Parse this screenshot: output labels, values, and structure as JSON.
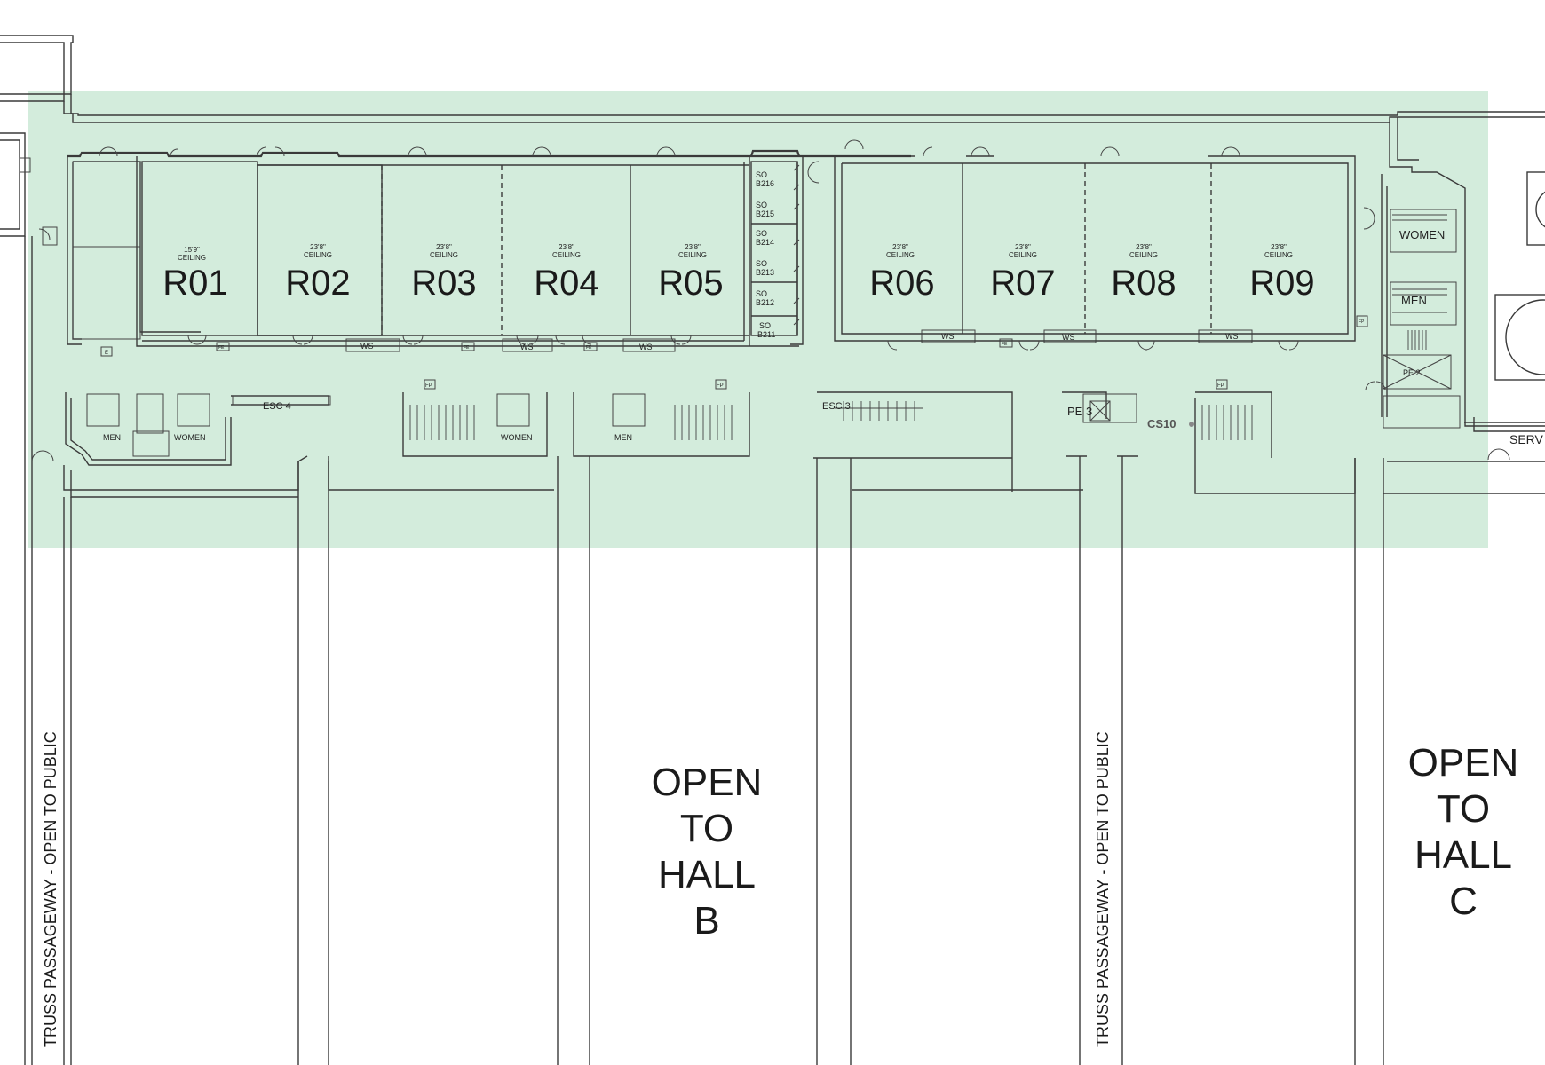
{
  "map": {
    "highlight_color": "#d3ecdc",
    "wall_color": "#3a3a3a",
    "rooms": [
      {
        "id": "R01",
        "ceiling": "15'9\"",
        "ceiling_label": "CEILING"
      },
      {
        "id": "R02",
        "ceiling": "23'8\"",
        "ceiling_label": "CEILING"
      },
      {
        "id": "R03",
        "ceiling": "23'8\"",
        "ceiling_label": "CEILING"
      },
      {
        "id": "R04",
        "ceiling": "23'8\"",
        "ceiling_label": "CEILING"
      },
      {
        "id": "R05",
        "ceiling": "23'8\"",
        "ceiling_label": "CEILING"
      },
      {
        "id": "R06",
        "ceiling": "23'8\"",
        "ceiling_label": "CEILING"
      },
      {
        "id": "R07",
        "ceiling": "23'8\"",
        "ceiling_label": "CEILING"
      },
      {
        "id": "R08",
        "ceiling": "23'8\"",
        "ceiling_label": "CEILING"
      },
      {
        "id": "R09",
        "ceiling": "23'8\"",
        "ceiling_label": "CEILING"
      }
    ],
    "storage": [
      {
        "so": "SO",
        "num": "B216"
      },
      {
        "so": "SO",
        "num": "B215"
      },
      {
        "so": "SO",
        "num": "B214"
      },
      {
        "so": "SO",
        "num": "B213"
      },
      {
        "so": "SO",
        "num": "B212"
      },
      {
        "so": "SO",
        "num": "B211"
      }
    ],
    "ws_label": "WS",
    "fe_label": "FE",
    "fp_label": "FP",
    "e_label": "E",
    "restrooms": {
      "men": "MEN",
      "women": "WOMEN"
    },
    "escalators": {
      "esc4": "ESC 4",
      "esc3": "ESC 3"
    },
    "elevators": {
      "pe3": "PE 3",
      "pe2": "PE 2"
    },
    "cs10": "CS10",
    "service_label": "SERV",
    "truss_label": "TRUSS PASSAGEWAY - OPEN TO PUBLIC",
    "hall_b": {
      "l1": "OPEN",
      "l2": "TO",
      "l3": "HALL",
      "l4": "B"
    },
    "hall_c": {
      "l1": "OPEN",
      "l2": "TO",
      "l3": "HALL",
      "l4": "C"
    }
  }
}
